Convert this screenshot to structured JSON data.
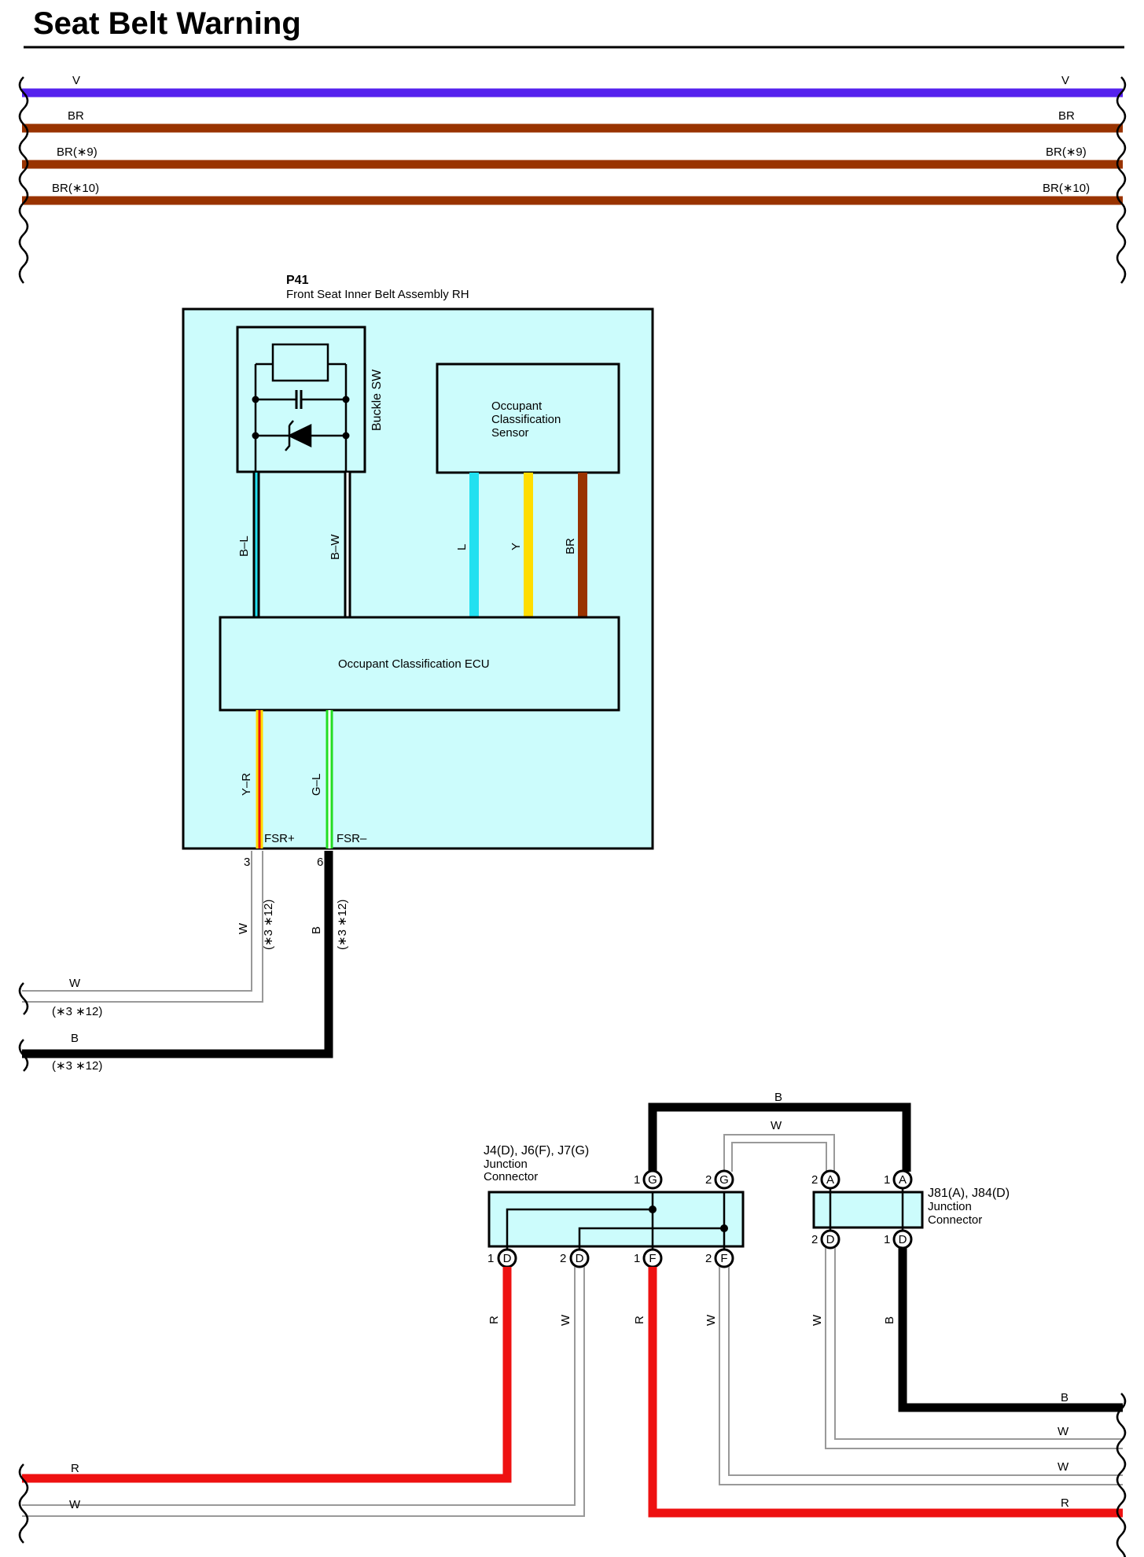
{
  "title": "Seat Belt Warning",
  "colors": {
    "violet": "#5522ee",
    "brown": "#993300",
    "black": "#000000",
    "white_wire": "#999999",
    "red": "#ee1111",
    "cyan": "#22e0f0",
    "yellow": "#ffdd00",
    "green": "#22dd22",
    "box_fill": "#ccfcfc"
  },
  "top_bus": [
    {
      "left": "V",
      "right": "V"
    },
    {
      "left": "BR",
      "right": "BR"
    },
    {
      "left": "BR(∗9)",
      "right": "BR(∗9)"
    },
    {
      "left": "BR(∗10)",
      "right": "BR(∗10)"
    }
  ],
  "p41": {
    "code": "P41",
    "name": "Front Seat Inner Belt Assembly RH",
    "buckle_sw": "Buckle SW",
    "sensor": [
      "Occupant",
      "Classification",
      "Sensor"
    ],
    "ecu": "Occupant Classification ECU",
    "wire_labels": {
      "bl": "B–L",
      "bw": "B–W",
      "l": "L",
      "y": "Y",
      "br": "BR",
      "yr": "Y–R",
      "gl": "G–L"
    },
    "pins": {
      "fsr_plus": "FSR+",
      "fsr_minus": "FSR–",
      "pin3": "3",
      "pin6": "6"
    }
  },
  "left_wires": {
    "w": "W",
    "w_note": "(∗3 ∗12)",
    "b": "B",
    "b_note": "(∗3 ∗12)",
    "vert_w": "W",
    "vert_w_note": "(∗3 ∗12)",
    "vert_b": "B",
    "vert_b_note": "(∗3 ∗12)"
  },
  "junction_j4": {
    "title": "J4(D), J6(F), J7(G)",
    "line1": "Junction",
    "line2": "Connector",
    "top_pins": [
      {
        "num": "1",
        "letter": "G"
      },
      {
        "num": "2",
        "letter": "G"
      }
    ],
    "bottom_pins": [
      {
        "num": "1",
        "letter": "D"
      },
      {
        "num": "2",
        "letter": "D"
      },
      {
        "num": "1",
        "letter": "F"
      },
      {
        "num": "2",
        "letter": "F"
      }
    ]
  },
  "junction_j81": {
    "title": "J81(A), J84(D)",
    "line1": "Junction",
    "line2": "Connector",
    "top_pins": [
      {
        "num": "2",
        "letter": "A"
      },
      {
        "num": "1",
        "letter": "A"
      }
    ],
    "bottom_pins": [
      {
        "num": "2",
        "letter": "D"
      },
      {
        "num": "1",
        "letter": "D"
      }
    ]
  },
  "bottom_labels": {
    "top_b": "B",
    "top_w": "W",
    "v_r1": "R",
    "v_w1": "W",
    "v_r2": "R",
    "v_w2": "W",
    "v_w3": "W",
    "v_b": "B",
    "left_r": "R",
    "left_w": "W",
    "right_b": "B",
    "right_w1": "W",
    "right_w2": "W",
    "right_r": "R"
  }
}
